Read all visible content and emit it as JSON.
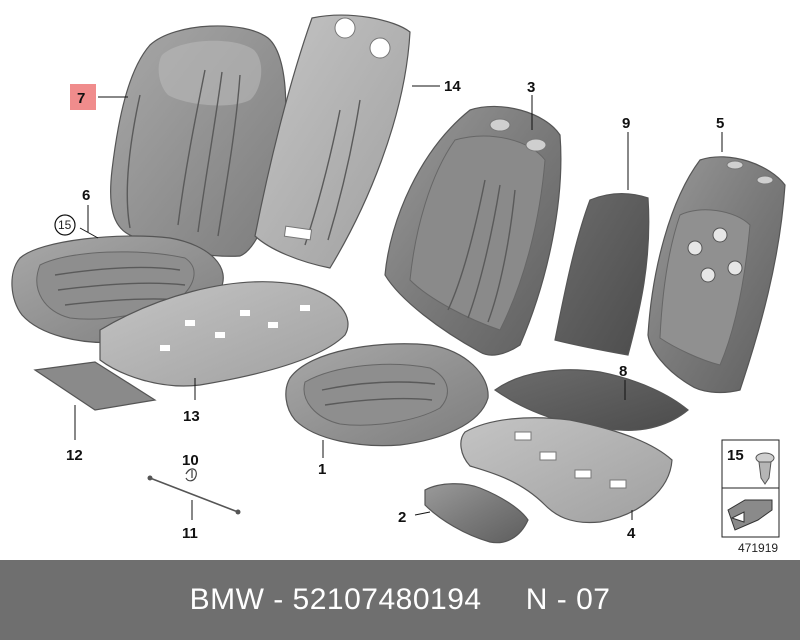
{
  "diagram": {
    "callouts": {
      "p1": "1",
      "p2": "2",
      "p3": "3",
      "p4": "4",
      "p5": "5",
      "p6": "6",
      "p7": "7",
      "p8": "8",
      "p9": "9",
      "p10": "10",
      "p11": "11",
      "p12": "12",
      "p13": "13",
      "p14": "14",
      "p15": "15"
    },
    "legend": {
      "item_number": "15",
      "drawing_number": "471919"
    },
    "highlight_color": "#f08c8c"
  },
  "footer": {
    "text": "BMW - 52107480194     N - 07"
  }
}
